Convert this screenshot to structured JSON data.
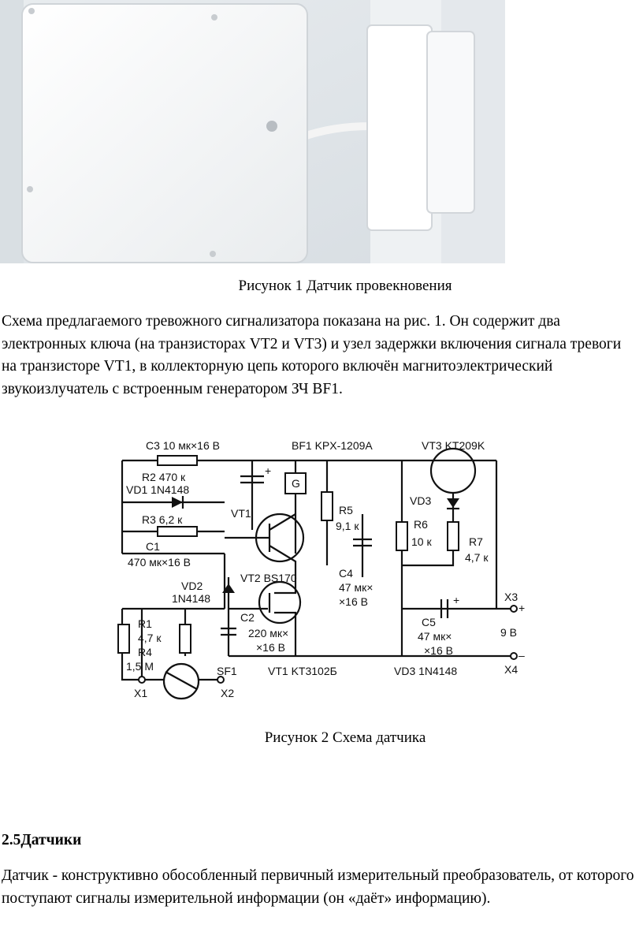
{
  "figure1": {
    "caption": "Рисунок 1 Датчик провекновения",
    "photo_subject": "sensor-box-and-magnetic-reed-switch"
  },
  "paragraph1": "Схема предлагаемого тревожного сигнализатора показана на рис. 1. Он содержит два электронных ключа (на транзисторах VT2 и VT3) и узел задержки включения сигнала тревоги на транзисторе VT1, в коллекторную цепь которого включён магнитоэлектрический звукоизлучатель с встроенным генератором ЗЧ BF1.",
  "figure2": {
    "caption": "Рисунок 2 Схема датчика",
    "labels": {
      "c3": "C3 10 мк×16 В",
      "bf1": "BF1 KPX-1209A",
      "vt3": "VT3 KT209K",
      "r2": "R2 470 к",
      "vd1": "VD1 1N4148",
      "vt1_top": "VT1",
      "r5": "R5",
      "r5v": "9,1 к",
      "vd3_top": "VD3",
      "r3": "R3 6,2 к",
      "r6": "R6",
      "r6v": "10 к",
      "r7": "R7",
      "r7v": "4,7 к",
      "c1": "C1",
      "c1v": "470 мк×16 В",
      "c4": "C4",
      "c4v1": "47 мк×",
      "c4v2": "×16 В",
      "vd2": "VD2",
      "vd2v": "1N4148",
      "vt2": "VT2 BS170",
      "x3": "X3",
      "plus": "+",
      "minus": "–",
      "r1": "R1",
      "r1v": "4,7 к",
      "c2": "C2",
      "c2v1": "220 мк×",
      "c2v2": "×16 В",
      "c5": "C5",
      "c5v1": "47 мк×",
      "c5v2": "×16 В",
      "volt": "9 В",
      "r4": "R4",
      "r4v": "1,5 М",
      "x4": "X4",
      "sf1": "SF1",
      "vt1_note": "VT1 KT3102Б",
      "vd3_note": "VD3 1N4148",
      "x1": "X1",
      "x2": "X2",
      "g": "G"
    }
  },
  "section": {
    "number": "2.5",
    "title": "Датчики"
  },
  "paragraph2": "Датчик - конструктивно обособленный первичный измерительный преобразователь, от которого поступают сигналы измерительной информации (он «даёт» информацию)."
}
